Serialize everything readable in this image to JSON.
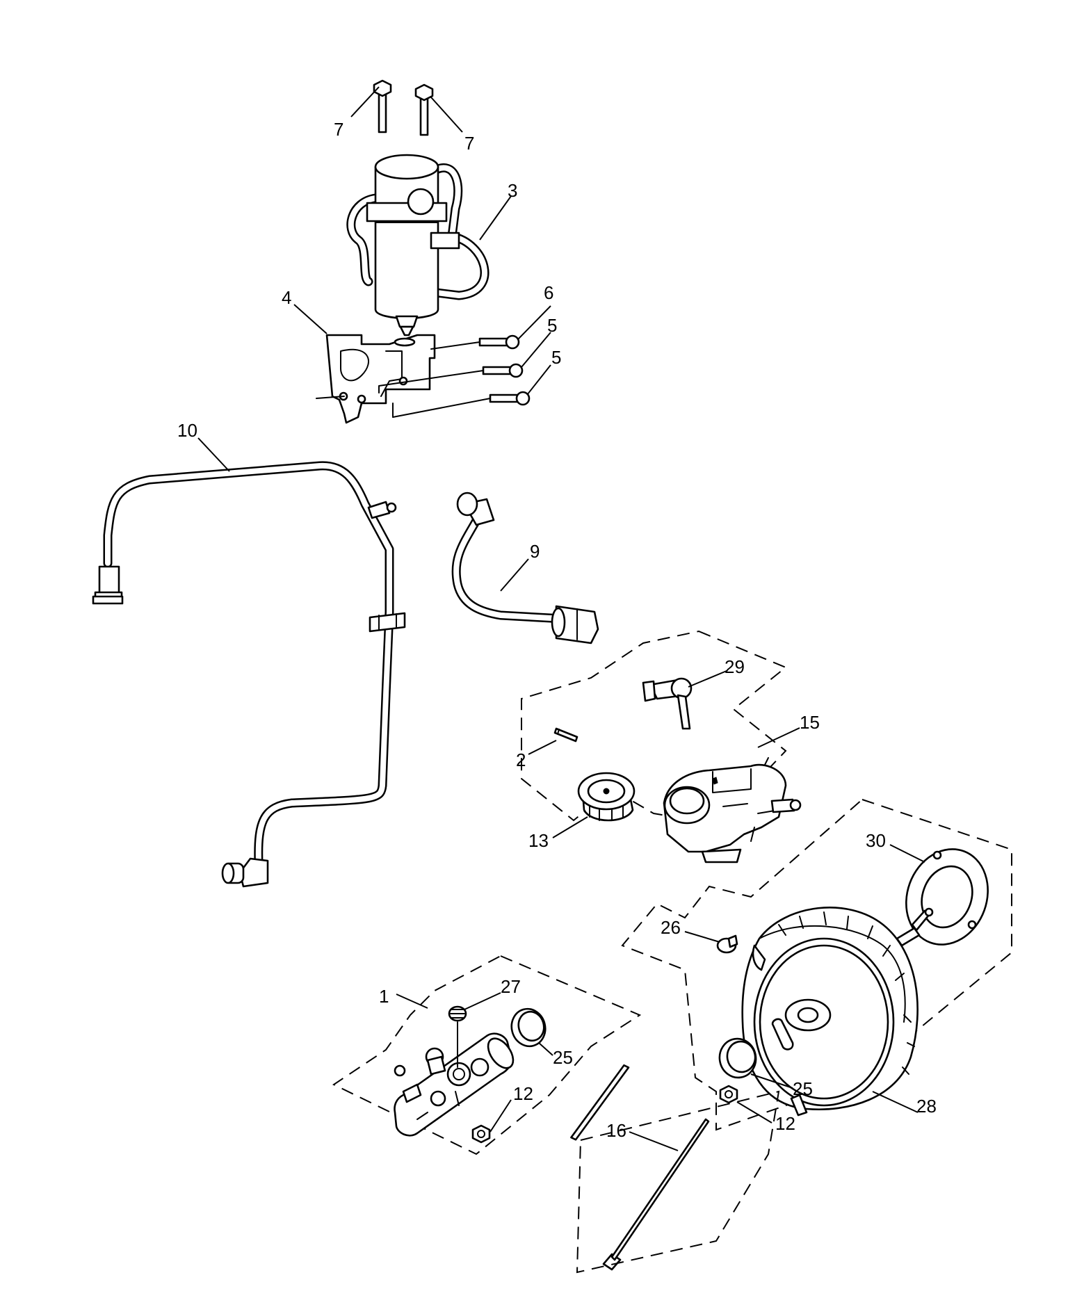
{
  "callouts": {
    "c7a": "7",
    "c7b": "7",
    "c3": "3",
    "c4": "4",
    "c6": "6",
    "c5a": "5",
    "c5b": "5",
    "c10": "10",
    "c9": "9",
    "c29": "29",
    "c15": "15",
    "c2": "2",
    "c13": "13",
    "c30": "30",
    "c26": "26",
    "c1": "1",
    "c27": "27",
    "c25a": "25",
    "c12a": "12",
    "c25b": "25",
    "c12b": "12",
    "c28": "28",
    "c16": "16"
  }
}
